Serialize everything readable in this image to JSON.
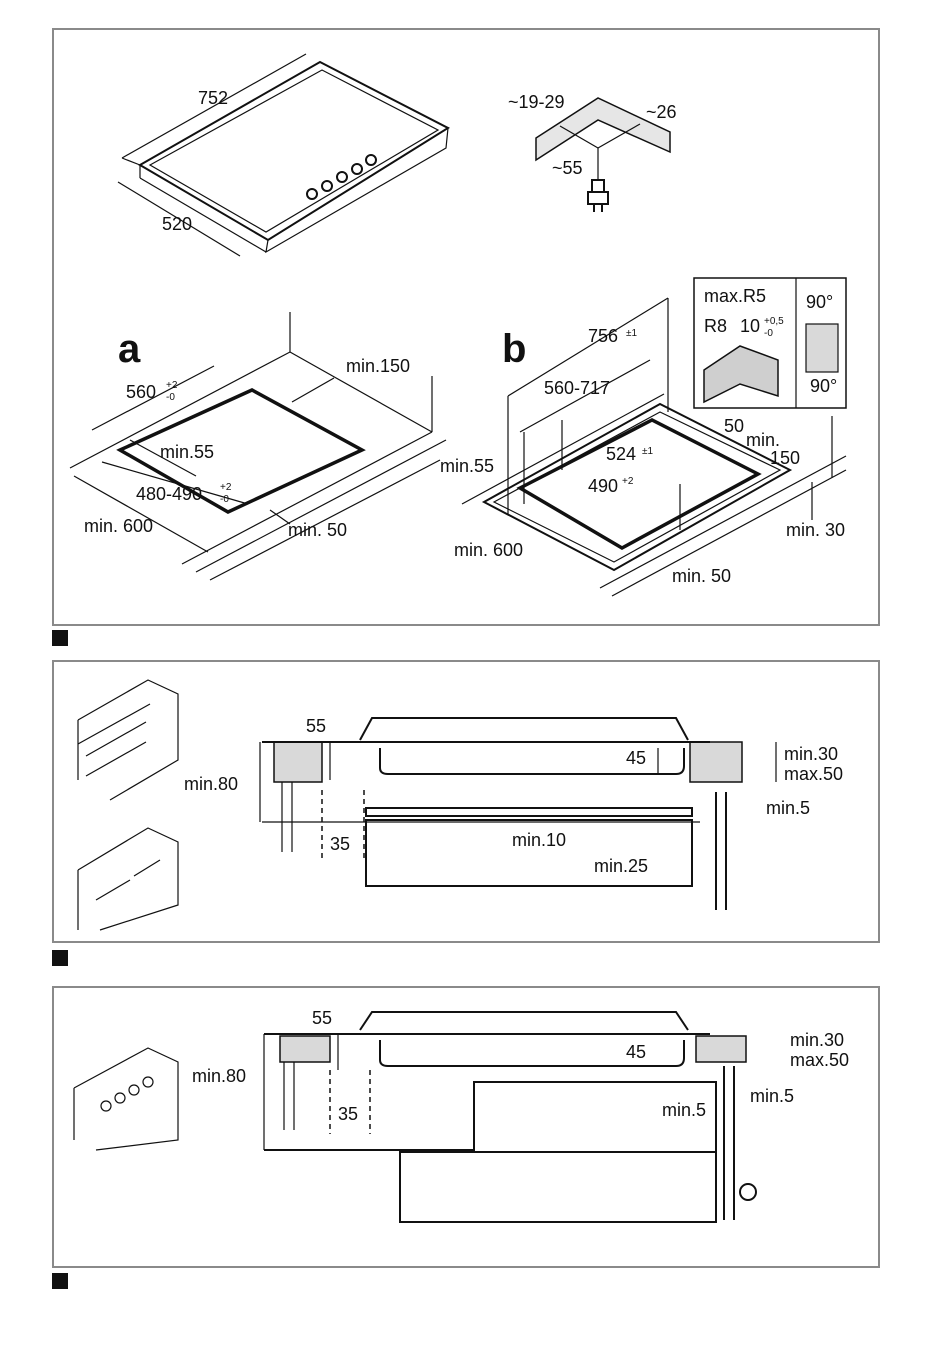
{
  "panel1": {
    "dims_hob": [
      "752",
      "520"
    ],
    "bracket": [
      "~19-29",
      "~26",
      "~55"
    ],
    "diagram_a": {
      "letter": "a",
      "labels": [
        "560",
        "+2",
        "-0",
        "min.150",
        "min.55",
        "480-490",
        "+2",
        "-0",
        "min. 600",
        "min. 50"
      ]
    },
    "diagram_b": {
      "letter": "b",
      "labels": [
        "756",
        "±1",
        "560-717",
        "524",
        "±1",
        "490",
        "+2",
        "min.55",
        "min. 600",
        "min. 50",
        "50",
        "min.",
        "150",
        "min. 30"
      ]
    },
    "detail": {
      "labels": [
        "max.R5",
        "R8",
        "10",
        "+0,5",
        "-0",
        "90°",
        "90°"
      ]
    }
  },
  "panel2": {
    "labels": [
      "55",
      "min.80",
      "45",
      "min.30",
      "max.50",
      "min.5",
      "min.10",
      "35",
      "min.25"
    ]
  },
  "panel3": {
    "labels": [
      "55",
      "min.80",
      "45",
      "min.30",
      "max.50",
      "min.5",
      "min.5",
      "35"
    ]
  }
}
